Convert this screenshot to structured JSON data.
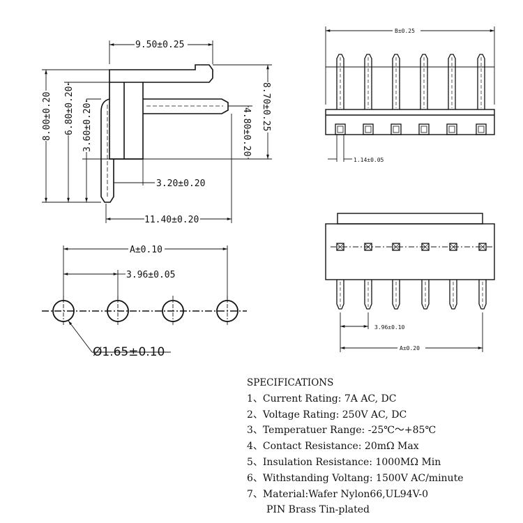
{
  "dimensions": {
    "side_view": {
      "top_width": "9.50±0.25",
      "overall_height": "8.00±0.20",
      "inner_height": "6.80±0.20",
      "tail_height": "3.60±0.20",
      "right_height": "8.70±0.25",
      "pin_height": "4.80±0.20",
      "tail_offset": "3.20±0.20",
      "overall_length": "11.40±0.20"
    },
    "footprint": {
      "overall": "A±0.10",
      "pitch": "3.96±0.05",
      "hole_diameter": "Ø1.65±0.10"
    },
    "top_view": {
      "overall": "B±0.25",
      "pin_width": "1.14±0.05"
    },
    "front_view": {
      "pitch": "3.96±0.10",
      "overall": "A±0.20"
    }
  },
  "specifications": {
    "title": "SPECIFICATIONS",
    "items": [
      "1、Current Rating: 7A AC, DC",
      "2、Voltage Rating: 250V AC, DC",
      "3、Temperatuer Range: -25℃～+85℃",
      "4、Contact Resistance: 20mΩ Max",
      "5、Insulation Resistance: 1000MΩ Min",
      "6、Withstanding Voltang: 1500V AC/minute",
      "7、Material:Wafer Nylon66,UL94V-0"
    ],
    "continuation": "PIN Brass Tin-plated"
  }
}
